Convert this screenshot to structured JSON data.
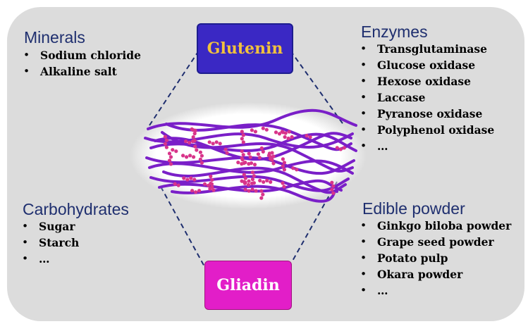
{
  "nodes": {
    "top_box": {
      "label": "Glutenin",
      "fill": "#3a28c4",
      "text_color": "#f2c23c"
    },
    "bottom_box": {
      "label": "Gliadin",
      "fill": "#e21ec8",
      "text_color": "#ffffff"
    }
  },
  "groups": {
    "minerals": {
      "title": "Minerals",
      "items": [
        "Sodium chloride",
        "Alkaline salt"
      ]
    },
    "enzymes": {
      "title": "Enzymes",
      "items": [
        "Transglutaminase",
        "Glucose oxidase",
        "Hexose oxidase",
        "Laccase",
        "Pyranose oxidase",
        "Polyphenol oxidase",
        "…"
      ]
    },
    "carbohydrates": {
      "title": "Carbohydrates",
      "items": [
        "Sugar",
        "Starch",
        "…"
      ]
    },
    "edible_powder": {
      "title": "Edible powder",
      "items": [
        "Ginkgo biloba powder",
        "Grape seed powder",
        "Potato pulp",
        "Okara powder",
        "…"
      ]
    }
  },
  "network_image": {
    "icon": "gluten-network-illustration",
    "fiber_color": "#7a1fc8",
    "bead_color": "#d8348a"
  },
  "colors": {
    "panel": "#dcdcdc",
    "heading": "#1f2f6f",
    "connector": "#1f2f6f"
  }
}
